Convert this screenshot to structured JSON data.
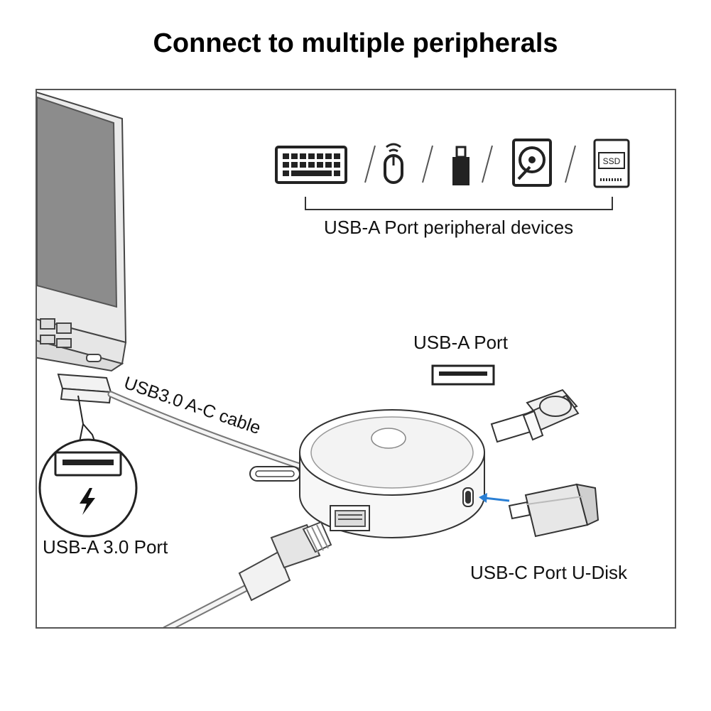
{
  "title": "Connect to multiple peripherals",
  "labels": {
    "peripheral_devices": "USB-A Port peripheral devices",
    "cable": "USB3.0 A-C cable",
    "usb_a_port": "USB-A Port",
    "usb_a_30_port": "USB-A 3.0 Port",
    "usb_c_udisk": "USB-C Port U-Disk",
    "ssd": "SSD"
  },
  "icons": [
    "keyboard-icon",
    "mouse-icon",
    "usb-drive-icon",
    "hard-disk-icon",
    "ssd-icon"
  ],
  "colors": {
    "arrow": "#2a7fd4",
    "stroke": "#333333",
    "screen": "#8c8c8c"
  }
}
